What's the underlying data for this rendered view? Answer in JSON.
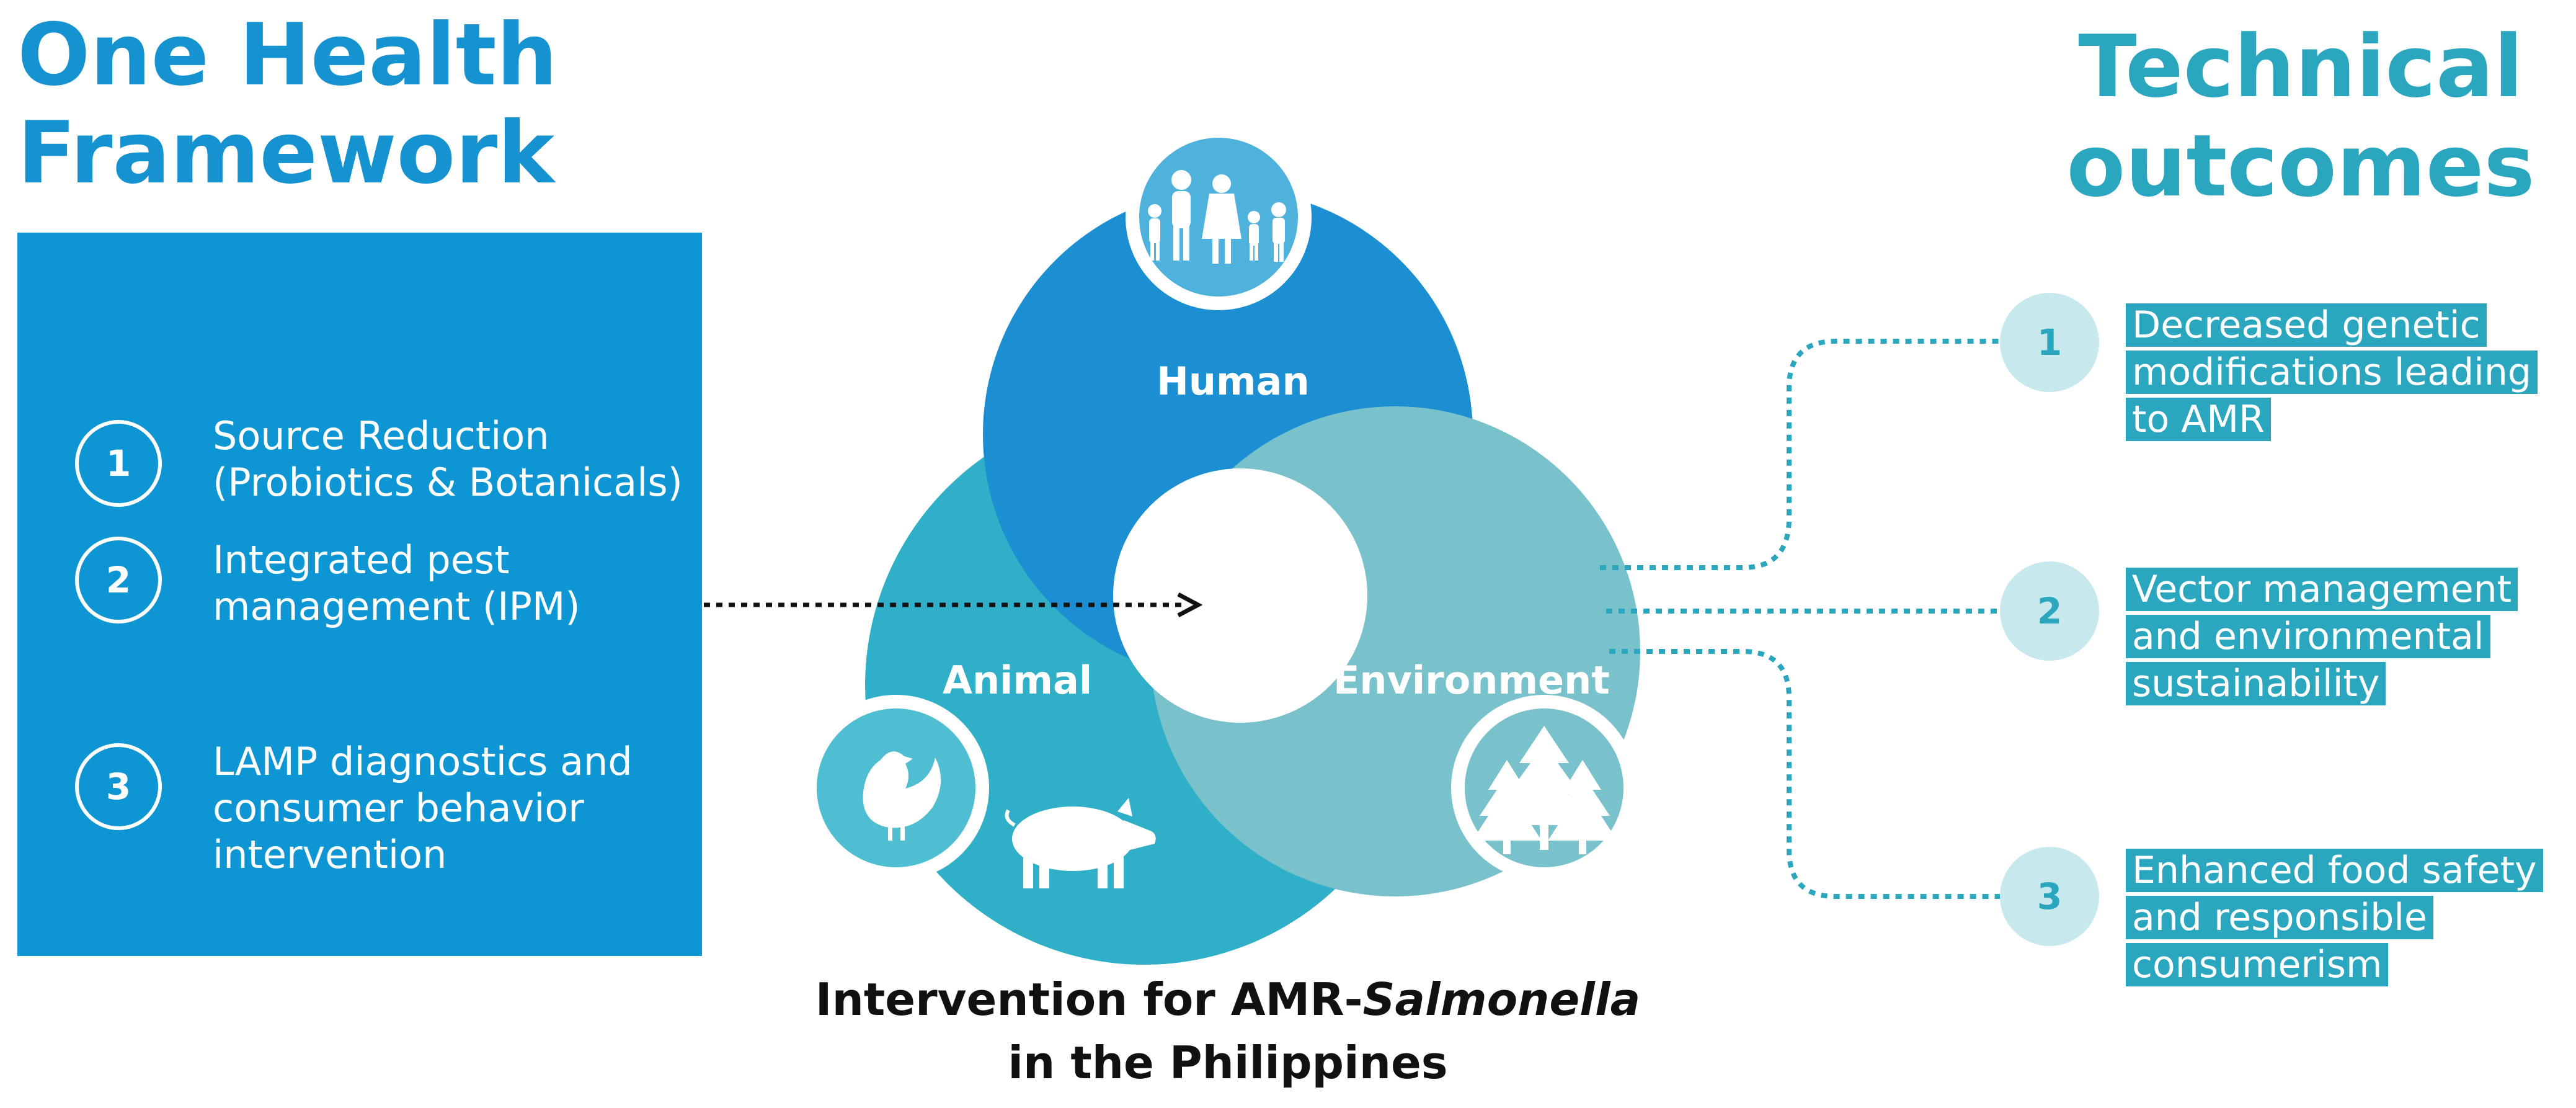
{
  "left_title": "One Health\nFramework",
  "right_title": "Technical\noutcomes",
  "framework_items": [
    {
      "number": "1",
      "text": "Source Reduction (Probiotics & Botanicals)"
    },
    {
      "number": "2",
      "text": "Integrated pest management (IPM)"
    },
    {
      "number": "3",
      "text": "LAMP diagnostics and consumer behavior intervention"
    }
  ],
  "venn": {
    "human_label": "Human",
    "animal_label": "Animal",
    "environment_label": "Environment",
    "icons": [
      "family-icon",
      "chicken-icon",
      "pig-icon",
      "trees-icon"
    ]
  },
  "caption": {
    "line1_prefix": "Intervention for AMR-",
    "line1_italic": "Salmonella",
    "line2": "in the Philippines"
  },
  "outcomes": [
    {
      "number": "1",
      "text": "Decreased genetic modifications leading to AMR"
    },
    {
      "number": "2",
      "text": "Vector management and environmental sustainability"
    },
    {
      "number": "3",
      "text": "Enhanced food safety and responsible consumerism"
    }
  ],
  "colors": {
    "primary_blue": "#0e95d3",
    "human_circle": "#1b8fd2",
    "animal_circle": "#2fafc8",
    "environment_circle": "#79c2cb",
    "teal_accent": "#2aa6bf",
    "light_teal": "#c7e9ee"
  }
}
